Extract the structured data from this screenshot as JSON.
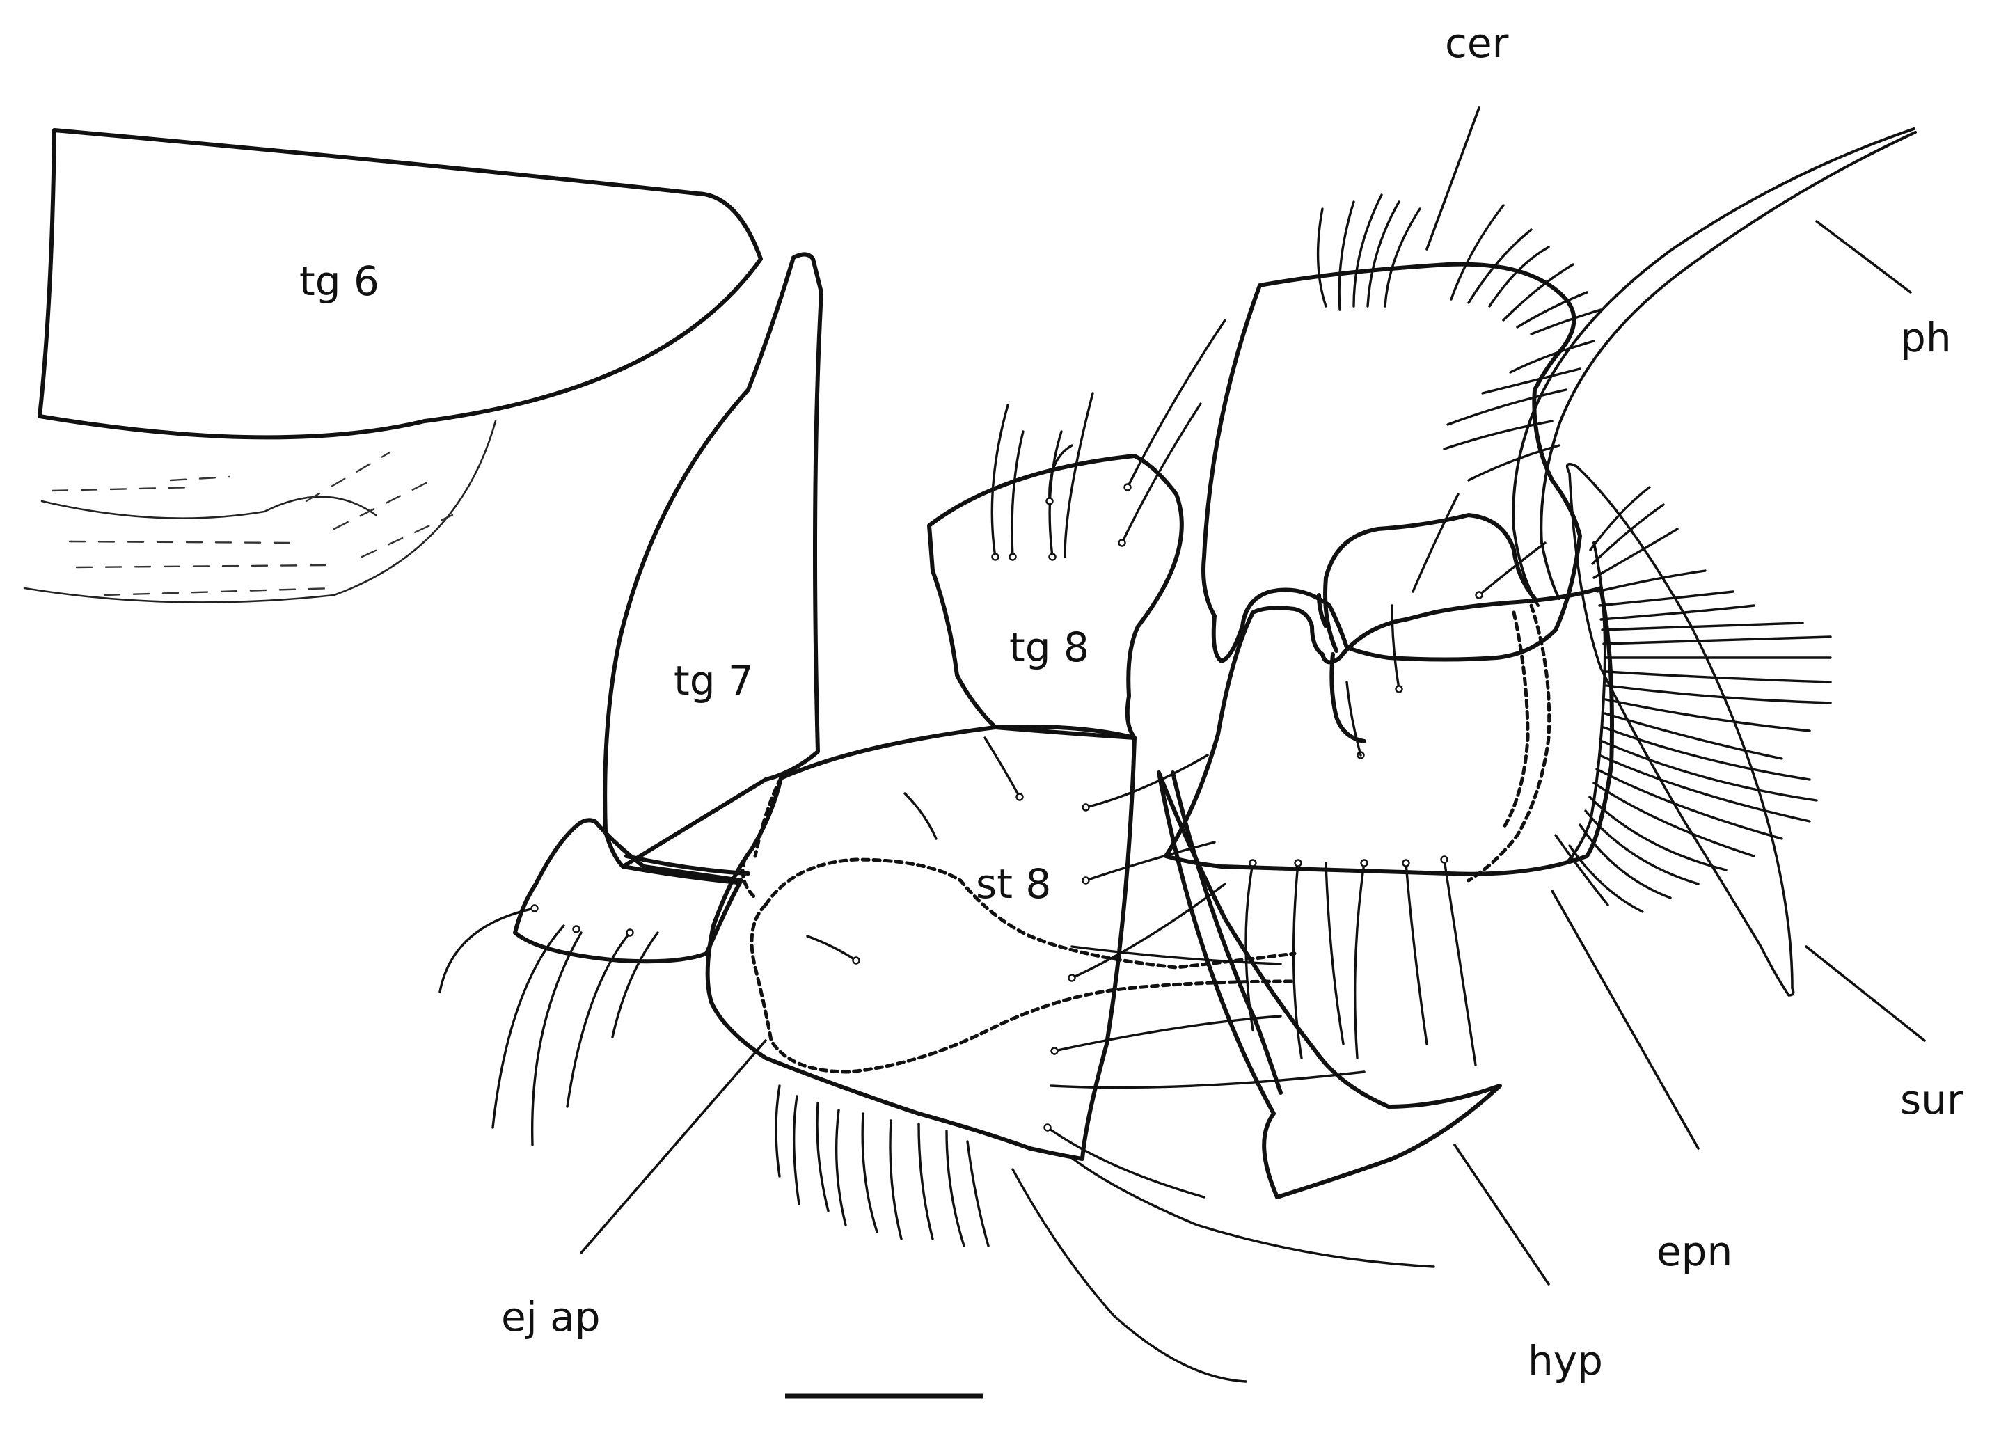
{
  "labels": {
    "tg6": "tg 6",
    "tg7": "tg 7",
    "tg8": "tg 8",
    "st8": "st 8",
    "cer": "cer",
    "ph": "ph",
    "sur": "sur",
    "epn": "epn",
    "hyp": "hyp",
    "ej_ap": "ej ap"
  }
}
